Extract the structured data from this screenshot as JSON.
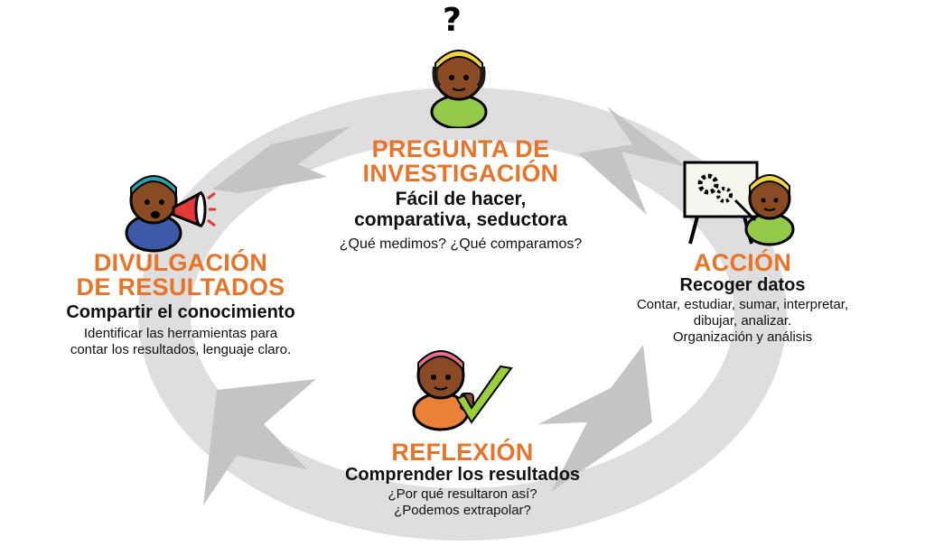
{
  "colors": {
    "accent": "#e8742a",
    "cycle_gray": "#d8d8d8",
    "arrow_gray": "#c2c2c2",
    "skin": "#8a4a23",
    "hair": "#1a1a1a",
    "check_green": "#9ccd3b"
  },
  "stages": {
    "pregunta": {
      "mark": "?",
      "title_lines": [
        "PREGUNTA DE",
        "INVESTIGACIÓN"
      ],
      "subtitle_lines": [
        "Fácil de hacer,",
        "comparativa, seductora"
      ],
      "desc_lines": [
        "¿Qué medimos? ¿Qué comparamos?"
      ],
      "icon": "thinking-person-icon",
      "headwrap": "#f4d63c",
      "shirt": "#95c94a"
    },
    "accion": {
      "title_lines": [
        "ACCIÓN"
      ],
      "subtitle_lines": [
        "Recoger datos"
      ],
      "desc_lines": [
        "Contar, estudiar, sumar, interpretar,",
        "dibujar, analizar.",
        "Organización y análisis"
      ],
      "icon": "presenter-easel-icon",
      "headwrap": "#f4d63c",
      "shirt": "#95c94a"
    },
    "reflexion": {
      "title_lines": [
        "REFLEXIÓN"
      ],
      "subtitle_lines": [
        "Comprender los resultados"
      ],
      "desc_lines": [
        "¿Por qué resultaron así?",
        "¿Podemos extrapolar?"
      ],
      "icon": "thumbs-up-check-icon",
      "headwrap": "#ec6f8e",
      "shirt": "#e98237"
    },
    "divulgacion": {
      "title_lines": [
        "DIVULGACIÓN",
        "DE RESULTADOS"
      ],
      "subtitle_lines": [
        "Compartir el conocimiento"
      ],
      "desc_lines": [
        "Identificar las herramientas para",
        "contar los resultados, lenguaje claro."
      ],
      "icon": "megaphone-person-icon",
      "headwrap": "#2aa3b3",
      "shirt": "#3d5aa8"
    }
  }
}
